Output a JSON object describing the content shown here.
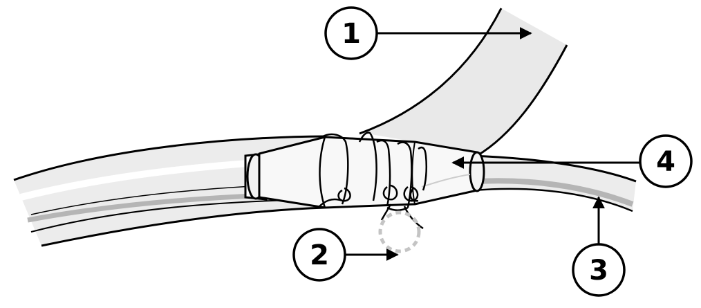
{
  "callouts": [
    {
      "number": "1"
    },
    {
      "number": "2"
    },
    {
      "number": "3"
    },
    {
      "number": "4"
    }
  ],
  "colors": {
    "line": "#000000",
    "tube_fill": "#e9e9e9",
    "tube_highlight": "#ffffff",
    "tube_shadow": "#b5b5b5",
    "dashed_circle": "#c4c4c4",
    "background": "#ffffff"
  },
  "icons": {
    "callout_marker": "numbered-circle",
    "arrow": "arrow-right",
    "thread_wrap": "suture-knot"
  }
}
